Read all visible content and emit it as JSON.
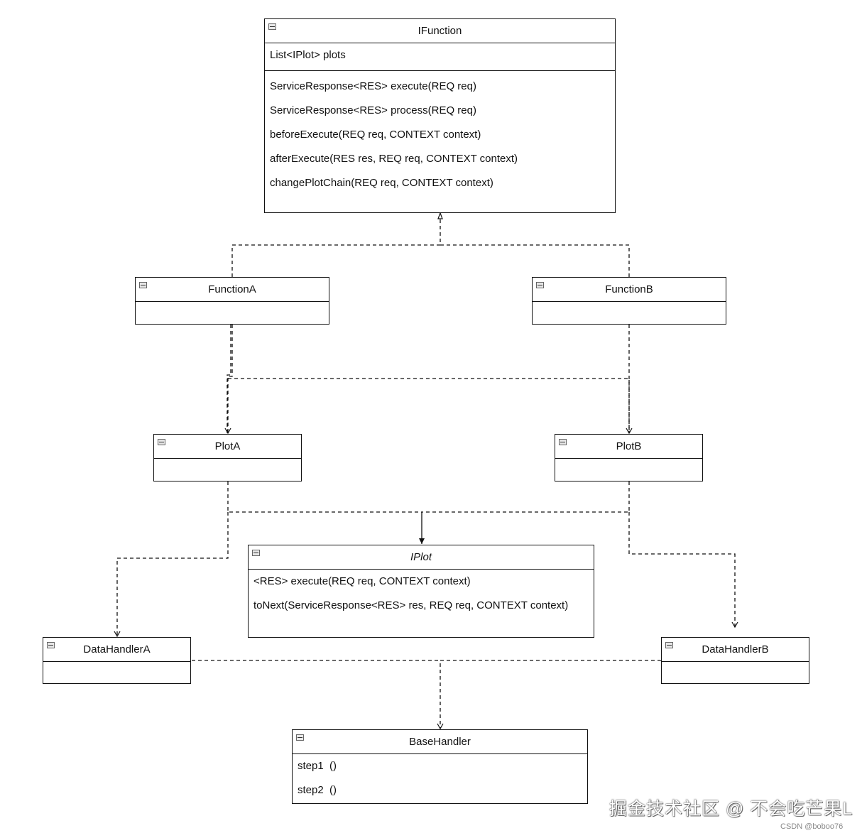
{
  "diagram": {
    "classes": {
      "ifunction": {
        "name": "IFunction",
        "attributes": [
          "List<IPlot> plots"
        ],
        "methods": [
          "ServiceResponse<RES> execute(REQ req)",
          "ServiceResponse<RES> process(REQ req)",
          "beforeExecute(REQ req, CONTEXT context)",
          "afterExecute(RES res, REQ req, CONTEXT context)",
          "changePlotChain(REQ req, CONTEXT context)"
        ]
      },
      "function_a": {
        "name": "FunctionA"
      },
      "function_b": {
        "name": "FunctionB"
      },
      "plot_a": {
        "name": "PlotA"
      },
      "plot_b": {
        "name": "PlotB"
      },
      "iplot": {
        "name": "IPlot",
        "methods": [
          "<RES> execute(REQ req, CONTEXT context)",
          "toNext(ServiceResponse<RES> res, REQ req, CONTEXT context)"
        ]
      },
      "data_handler_a": {
        "name": "DataHandlerA"
      },
      "data_handler_b": {
        "name": "DataHandlerB"
      },
      "base_handler": {
        "name": "BaseHandler",
        "methods": [
          "step1  ()",
          "step2  ()"
        ]
      }
    }
  },
  "watermark": "掘金技术社区 @ 不会吃芒果L",
  "credit": "CSDN @boboo76",
  "colors": {
    "line": "#111111",
    "box_border": "#111111",
    "background": "#ffffff"
  }
}
